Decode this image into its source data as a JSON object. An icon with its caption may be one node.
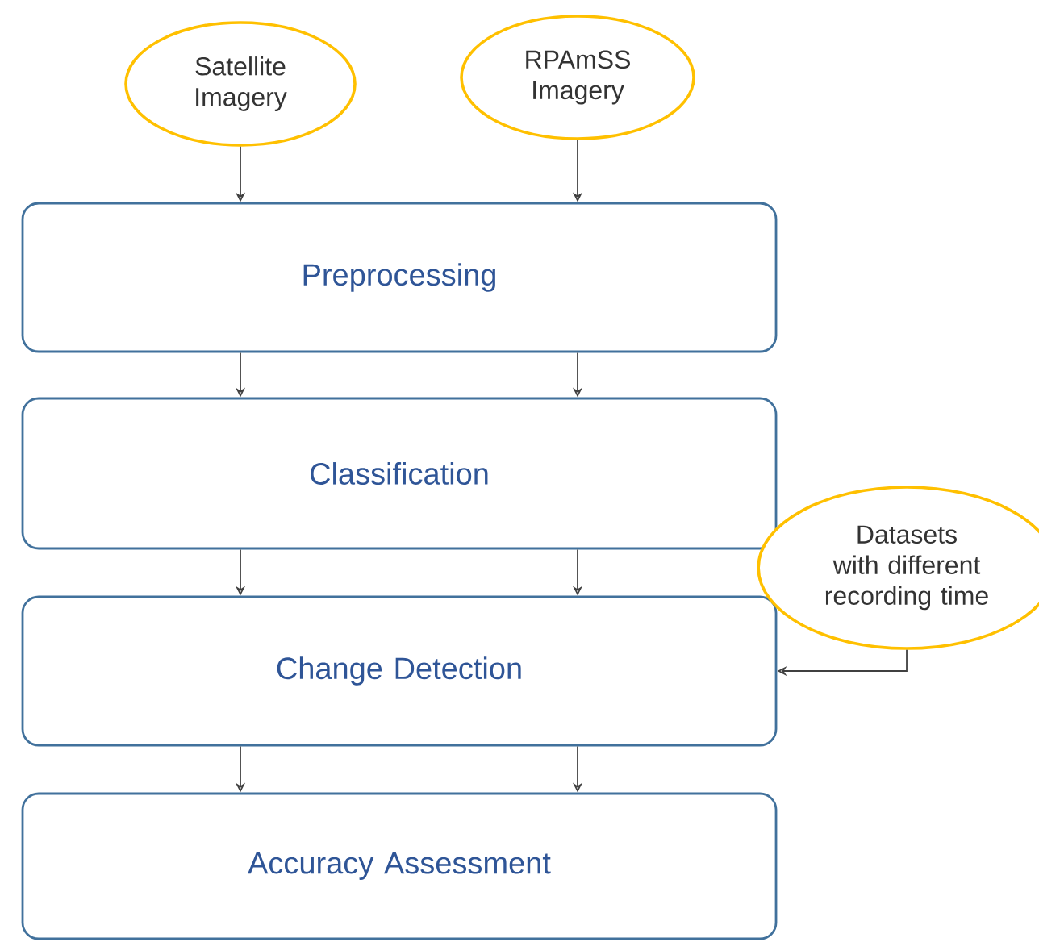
{
  "diagram": {
    "nodes": [
      {
        "text": [
          "Satellite Imagery"
        ]
      },
      {
        "text": [
          "RPAmSS Imagery"
        ]
      },
      {
        "text": [
          "Preprocessing"
        ]
      },
      {
        "text": [
          "Classification"
        ]
      },
      {
        "text": [
          "Change Detection"
        ]
      },
      {
        "text": [
          "Accuracy Assessment"
        ]
      },
      {
        "text": [
          "Datasets with different recording time"
        ]
      }
    ],
    "edges": [
      {
        "from": 0,
        "to": 2,
        "arrow": "to"
      },
      {
        "from": 1,
        "to": 2,
        "arrow": "to"
      },
      {
        "from": 2,
        "to": 3,
        "arrow": "to"
      },
      {
        "from": 2,
        "to": 3,
        "arrow": "to"
      },
      {
        "from": 3,
        "to": 4,
        "arrow": "to"
      },
      {
        "from": 3,
        "to": 4,
        "arrow": "to"
      },
      {
        "from": 4,
        "to": 5,
        "arrow": "to"
      },
      {
        "from": 4,
        "to": 5,
        "arrow": "to"
      },
      {
        "from": 6,
        "to": 4,
        "arrow": "to"
      }
    ]
  }
}
